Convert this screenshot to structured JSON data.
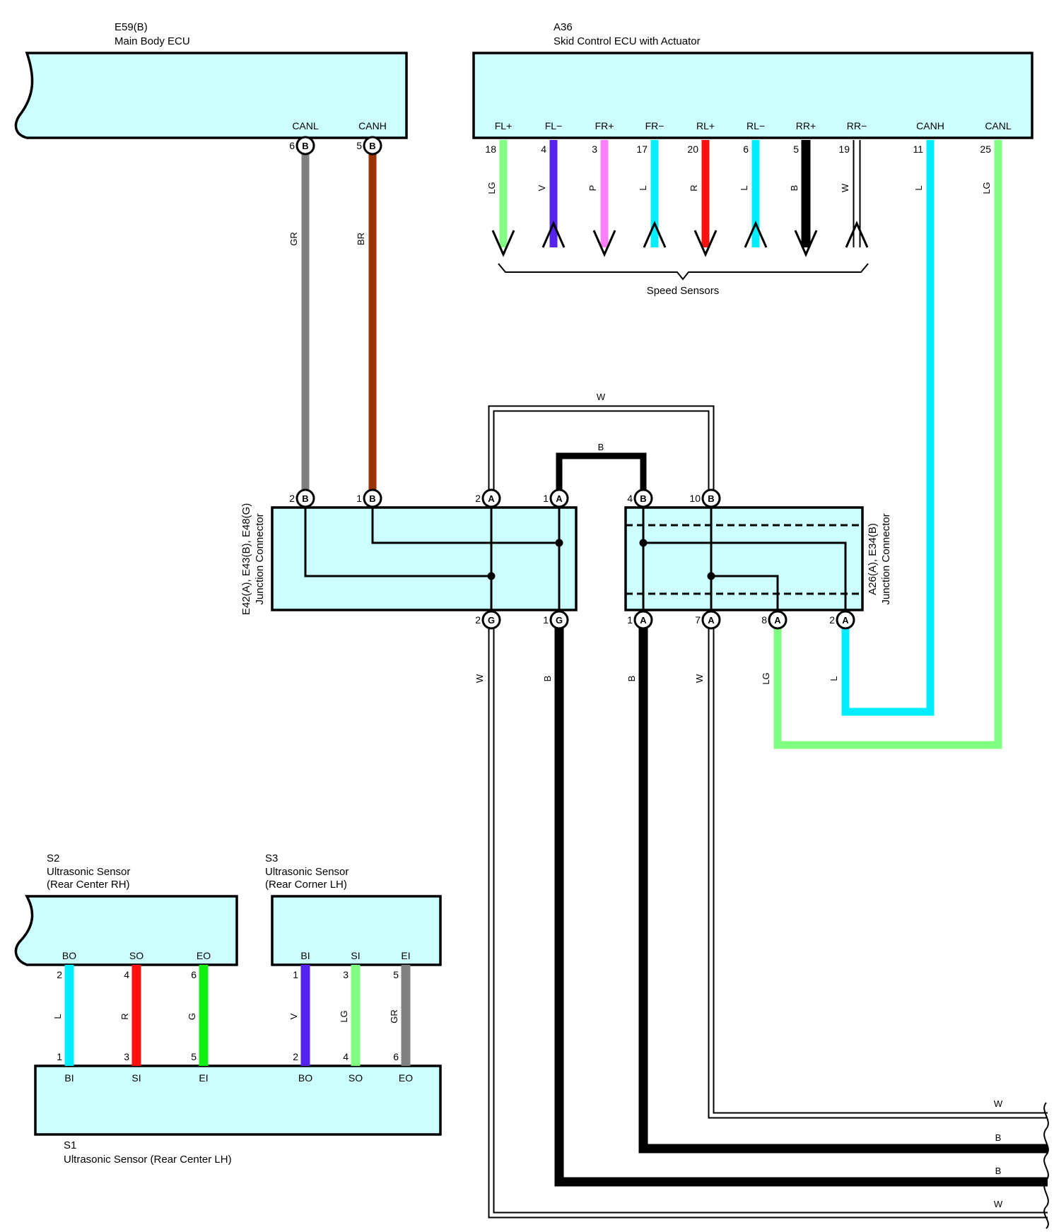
{
  "colors": {
    "box_fill": "#ccffff",
    "GR": "#808080",
    "BR": "#993300",
    "LG": "#80ff80",
    "V": "#5522ee",
    "P": "#ff80ff",
    "L": "#00eeff",
    "R": "#ff1111",
    "B": "#000000",
    "W": "#ffffff",
    "G": "#11ee11"
  },
  "components": {
    "e59": {
      "id": "E59(B)",
      "name": "Main Body ECU",
      "pins": {
        "canl": "CANL",
        "canh": "CANH"
      },
      "pin_nums": {
        "canl": "6",
        "canh": "5"
      },
      "conn": "B"
    },
    "a36": {
      "id": "A36",
      "name": "Skid Control ECU with Actuator",
      "pins": [
        {
          "label": "FL+",
          "num": "18",
          "color": "LG",
          "dir": "down"
        },
        {
          "label": "FL−",
          "num": "4",
          "color": "V",
          "dir": "up"
        },
        {
          "label": "FR+",
          "num": "3",
          "color": "P",
          "dir": "down"
        },
        {
          "label": "FR−",
          "num": "17",
          "color": "L",
          "dir": "up"
        },
        {
          "label": "RL+",
          "num": "20",
          "color": "R",
          "dir": "down"
        },
        {
          "label": "RL−",
          "num": "6",
          "color": "L",
          "dir": "up"
        },
        {
          "label": "RR+",
          "num": "5",
          "color": "B",
          "dir": "down"
        },
        {
          "label": "RR−",
          "num": "19",
          "color": "W",
          "dir": "up"
        },
        {
          "label": "CANH",
          "num": "11",
          "color": "L"
        },
        {
          "label": "CANL",
          "num": "25",
          "color": "LG"
        }
      ],
      "speed_sensors": "Speed Sensors"
    },
    "jc1": {
      "id": "E42(A), E43(B), E48(G)",
      "name": "Junction Connector",
      "top_pins": [
        {
          "num": "2",
          "conn": "B"
        },
        {
          "num": "1",
          "conn": "B"
        },
        {
          "num": "2",
          "conn": "A"
        },
        {
          "num": "1",
          "conn": "A"
        }
      ],
      "bottom_pins": [
        {
          "num": "2",
          "conn": "G"
        },
        {
          "num": "1",
          "conn": "G"
        }
      ]
    },
    "jc2": {
      "id": "A26(A), E34(B)",
      "name": "Junction Connector",
      "top_pins": [
        {
          "num": "4",
          "conn": "B"
        },
        {
          "num": "10",
          "conn": "B"
        }
      ],
      "bottom_pins": [
        {
          "num": "1",
          "conn": "A"
        },
        {
          "num": "7",
          "conn": "A"
        },
        {
          "num": "8",
          "conn": "A"
        },
        {
          "num": "2",
          "conn": "A"
        }
      ]
    },
    "s2": {
      "id": "S2",
      "name": "Ultrasonic Sensor",
      "sub": "(Rear Center RH)",
      "pins": [
        {
          "label": "BO",
          "num": "2",
          "color": "L"
        },
        {
          "label": "SO",
          "num": "4",
          "color": "R"
        },
        {
          "label": "EO",
          "num": "6",
          "color": "G"
        }
      ]
    },
    "s3": {
      "id": "S3",
      "name": "Ultrasonic Sensor",
      "sub": "(Rear Corner LH)",
      "pins": [
        {
          "label": "BI",
          "num": "1",
          "color": "V"
        },
        {
          "label": "SI",
          "num": "3",
          "color": "LG"
        },
        {
          "label": "EI",
          "num": "5",
          "color": "GR"
        }
      ]
    },
    "s1": {
      "id": "S1",
      "name": "Ultrasonic Sensor (Rear Center LH)",
      "pins": [
        {
          "label": "BI",
          "num": "1"
        },
        {
          "label": "SI",
          "num": "3"
        },
        {
          "label": "EI",
          "num": "5"
        },
        {
          "label": "BO",
          "num": "2"
        },
        {
          "label": "SO",
          "num": "4"
        },
        {
          "label": "EO",
          "num": "6"
        }
      ]
    }
  },
  "wire_labels": {
    "gr": "GR",
    "br": "BR",
    "w_top": "W",
    "b_top": "B",
    "w1": "W",
    "b1": "B",
    "b2": "B",
    "w2": "W",
    "lg": "LG",
    "l": "L",
    "out_w1": "W",
    "out_b1": "B",
    "out_b2": "B",
    "out_w2": "W"
  }
}
